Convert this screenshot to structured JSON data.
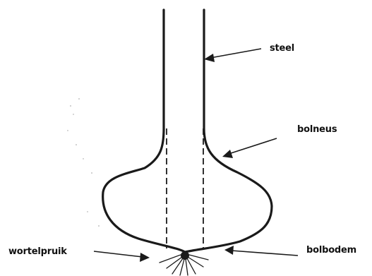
{
  "labels": {
    "stem": "steel",
    "bulb_neck": "bolneus",
    "root_crown": "wortelpruik",
    "bulb_base": "bolbodem"
  }
}
